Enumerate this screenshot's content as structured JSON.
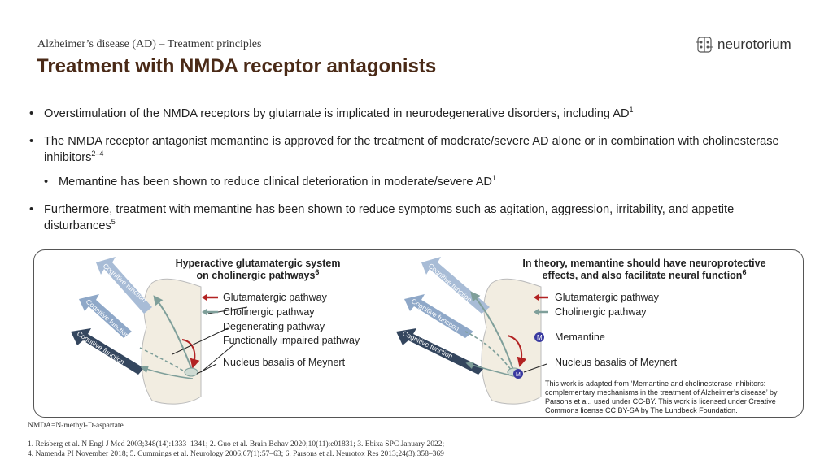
{
  "header": {
    "subtitle": "Alzheimer’s disease (AD) – Treatment principles",
    "title": "Treatment with NMDA receptor antagonists"
  },
  "logo": {
    "text": "neurotorium",
    "icon": "brain-circuit-icon"
  },
  "bullets": {
    "b1": {
      "text": "Overstimulation of the NMDA receptors by glutamate is implicated in neurodegenerative disorders, including AD",
      "ref": "1"
    },
    "b2": {
      "text": "The NMDA receptor antagonist memantine is approved for the treatment of moderate/severe AD alone or in combination with cholinesterase inhibitors",
      "ref": "2–4"
    },
    "b2a": {
      "text": "Memantine has been shown to reduce clinical deterioration in moderate/severe AD",
      "ref": "1"
    },
    "b3": {
      "text": "Furthermore, treatment with memantine has been shown to reduce symptoms such as agitation, aggression, irritability, and appetite disturbances",
      "ref": "5"
    }
  },
  "figure": {
    "left": {
      "heading_line1": "Hyperactive glutamatergic system",
      "heading_line2": "on cholinergic pathways",
      "heading_ref": "6",
      "legend": {
        "glutamatergic": "Glutamatergic pathway",
        "cholinergic": "Cholinergic pathway",
        "degenerating": "Degenerating pathway",
        "impaired": "Functionally impaired pathway",
        "nucleus": "Nucleus basalis of Meynert"
      }
    },
    "right": {
      "heading_line1": "In theory, memantine should have neuroprotective",
      "heading_line2": "effects, and also facilitate neural function",
      "heading_ref": "6",
      "legend": {
        "glutamatergic": "Glutamatergic pathway",
        "cholinergic": "Cholinergic pathway",
        "memantine": "Memantine",
        "memantine_symbol": "M",
        "nucleus": "Nucleus basalis of Meynert"
      }
    },
    "arrow_label": "Cognitive function",
    "credit": "This work is adapted from ‘Memantine and cholinesterase inhibitors: complementary mechanisms in the treatment of Alzheimer’s disease’ by Parsons et al., used under CC-BY. This work is licensed under Creative Commons license CC BY-SA by The Lundbeck Foundation.",
    "colors": {
      "glutamate": "#b22222",
      "cholinergic": "#7f9f9a",
      "brain": "#f2ede1",
      "arrow_light": "#a8bcd6",
      "arrow_mid": "#8fa8c8",
      "arrow_dark": "#34465e"
    }
  },
  "footer": {
    "abbreviation": "NMDA=N-methyl-D-aspartate",
    "refs_line1": "1. Reisberg et al. N Engl J Med 2003;348(14):1333–1341; 2. Guo et al. Brain Behav 2020;10(11):e01831; 3. Ebixa SPC January 2022;",
    "refs_line2": "4. Namenda PI November 2018; 5. Cummings et al. Neurology 2006;67(1):57–63; 6. Parsons et al. Neurotox Res 2013;24(3):358–369"
  }
}
